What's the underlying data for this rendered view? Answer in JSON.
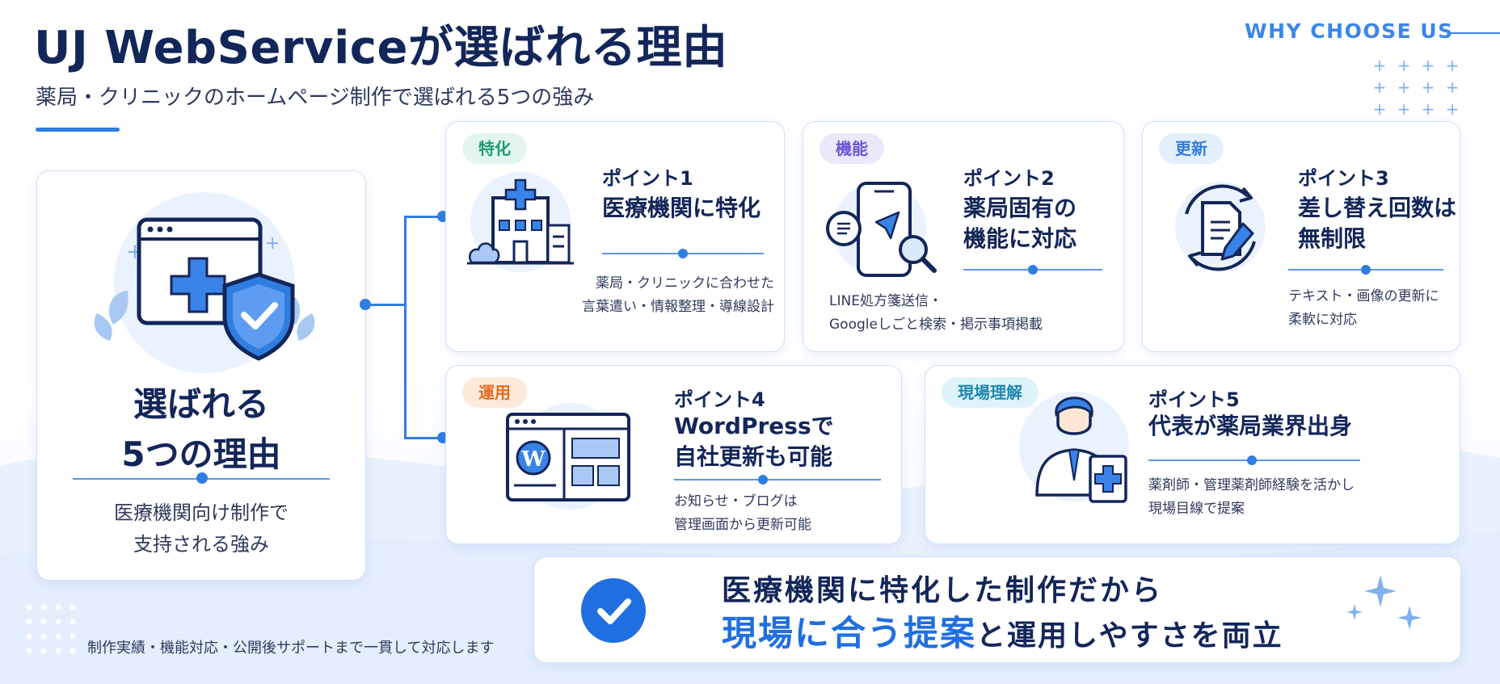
{
  "header": {
    "title": "UJ WebServiceが選ばれる理由",
    "subtitle": "薬局・クリニックのホームページ制作で選ばれる5つの強み",
    "eyebrow": "WHY CHOOSE US"
  },
  "summary": {
    "title_line1": "選ばれる",
    "title_line2": "5つの理由",
    "desc_line1": "医療機関向け制作で",
    "desc_line2": "支持される強み"
  },
  "points": [
    {
      "tag": "特化",
      "label": "ポイント1",
      "title_line1": "医療機関に特化",
      "title_line2": "",
      "desc_line1": "薬局・クリニックに合わせた",
      "desc_line2": "言葉遣い・情報整理・導線設計",
      "icon": "hospital-building-icon"
    },
    {
      "tag": "機能",
      "label": "ポイント2",
      "title_line1": "薬局固有の",
      "title_line2": "機能に対応",
      "desc_line1": "LINE処方箋送信・",
      "desc_line2": "Googleしごと検索・掲示事項掲載",
      "icon": "smartphone-icon"
    },
    {
      "tag": "更新",
      "label": "ポイント3",
      "title_line1": "差し替え回数は",
      "title_line2": "無制限",
      "desc_line1": "テキスト・画像の更新に",
      "desc_line2": "柔軟に対応",
      "icon": "document-edit-cycle-icon"
    },
    {
      "tag": "運用",
      "label": "ポイント4",
      "title_line1": "WordPressで",
      "title_line2": "自社更新も可能",
      "desc_line1": "お知らせ・ブログは",
      "desc_line2": "管理画面から更新可能",
      "icon": "wordpress-admin-icon"
    },
    {
      "tag": "現場理解",
      "label": "ポイント5",
      "title_line1": "代表が薬局業界出身",
      "title_line2": "",
      "desc_line1": "薬剤師・管理薬剤師経験を活かし",
      "desc_line2": "現場目線で提案",
      "icon": "pharmacist-icon"
    }
  ],
  "banner": {
    "line1": "医療機関に特化した制作だから",
    "line2_highlight": "現場に合う提案",
    "line2_rest": "と運用しやすさを両立"
  },
  "footer": {
    "note": "制作実績・機能対応・公開後サポートまで一貫して対応します"
  },
  "colors": {
    "accent": "#2f7de1",
    "navy": "#13265a",
    "green": "#1e9b72",
    "purple": "#6a57d8",
    "orange": "#e56b1f",
    "teal": "#1d88ad"
  }
}
